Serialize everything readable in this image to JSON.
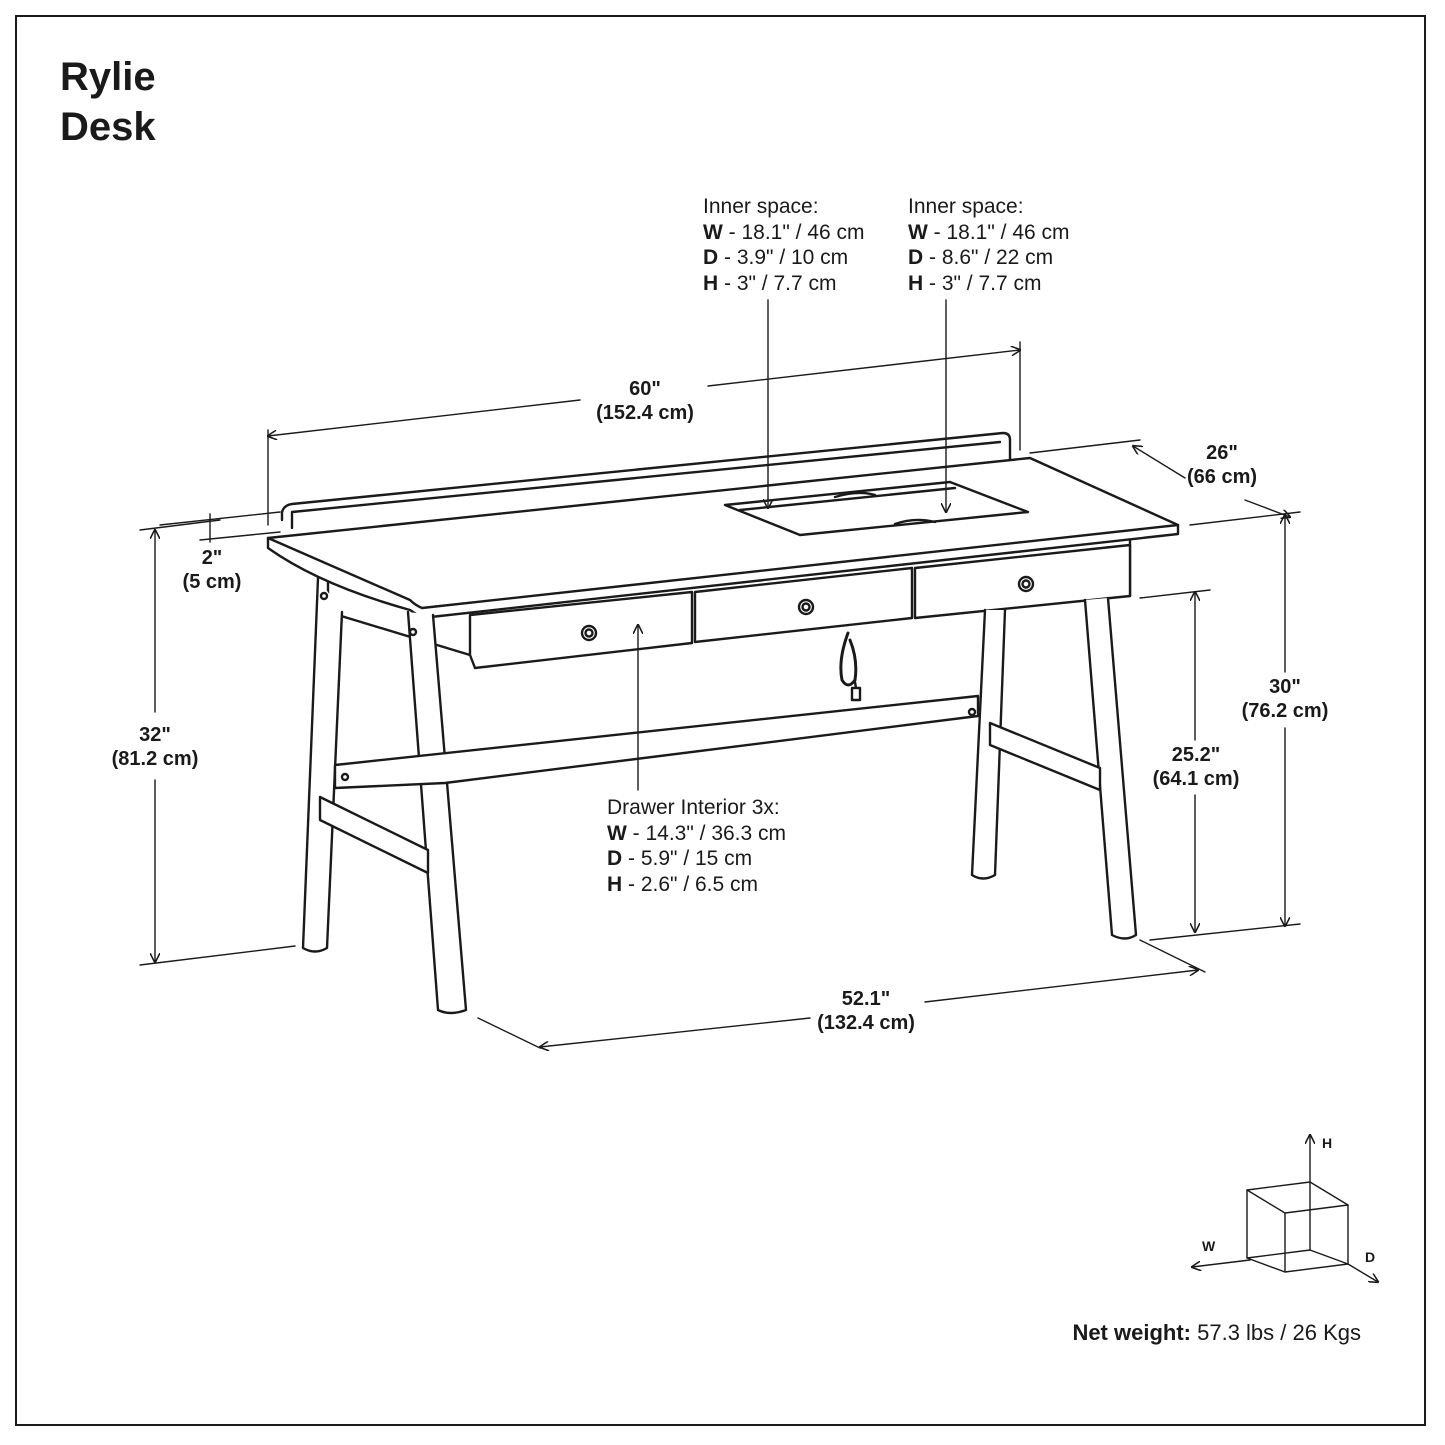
{
  "title": {
    "line1": "Rylie",
    "line2": "Desk"
  },
  "inner_space_left": {
    "heading": "Inner space:",
    "w_key": "W",
    "w_val": " - 18.1\" / 46 cm",
    "d_key": "D",
    "d_val": " - 3.9\" / 10 cm",
    "h_key": "H",
    "h_val": " - 3\" / 7.7 cm"
  },
  "inner_space_right": {
    "heading": "Inner space:",
    "w_key": "W",
    "w_val": " - 18.1\" / 46 cm",
    "d_key": "D",
    "d_val": " - 8.6\" / 22 cm",
    "h_key": "H",
    "h_val": " - 3\" / 7.7 cm"
  },
  "drawer_interior": {
    "heading": "Drawer Interior 3x:",
    "w_key": "W",
    "w_val": " - 14.3\" / 36.3 cm",
    "d_key": "D",
    "d_val": " - 5.9\" / 15 cm",
    "h_key": "H",
    "h_val": " - 2.6\" / 6.5 cm"
  },
  "dimensions": {
    "width_top": {
      "in": "60\"",
      "cm": "(152.4 cm)"
    },
    "depth": {
      "in": "26\"",
      "cm": "(66 cm)"
    },
    "backsplash": {
      "in": "2\"",
      "cm": "(5 cm)"
    },
    "overall_height": {
      "in": "32\"",
      "cm": "(81.2 cm)"
    },
    "desk_height": {
      "in": "30\"",
      "cm": "(76.2 cm)"
    },
    "knee_height": {
      "in": "25.2\"",
      "cm": "(64.1 cm)"
    },
    "leg_span": {
      "in": "52.1\"",
      "cm": "(132.4 cm)"
    }
  },
  "axes": {
    "h": "H",
    "w": "W",
    "d": "D"
  },
  "net_weight": {
    "label": "Net weight:",
    "value": " 57.3 lbs / 26 Kgs"
  },
  "colors": {
    "line": "#1a1a1a",
    "background": "#ffffff"
  }
}
